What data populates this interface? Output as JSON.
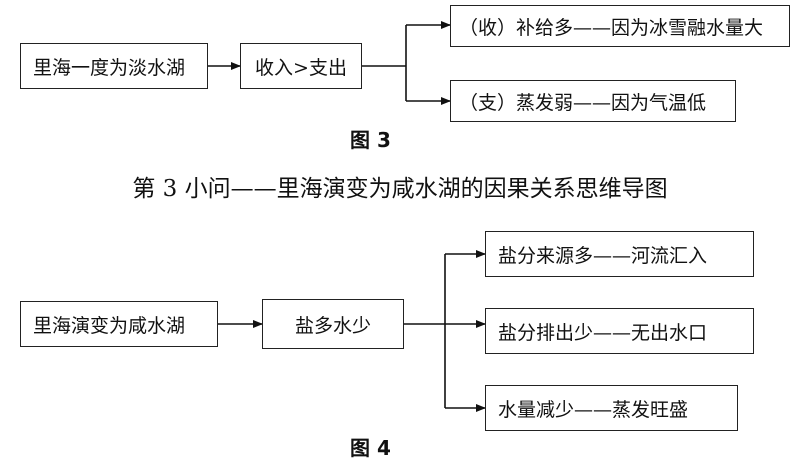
{
  "figure3": {
    "root": "里海一度为淡水湖",
    "middle": "收入>支出",
    "branches": [
      "（收）补给多——因为冰雪融水量大",
      "（支）蒸发弱——因为气温低"
    ],
    "caption": "图 3"
  },
  "section_title": "第 3 小问——里海演变为咸水湖的因果关系思维导图",
  "figure4": {
    "root": "里海演变为咸水湖",
    "middle": "盐多水少",
    "branches": [
      "盐分来源多——河流汇入",
      "盐分排出少——无出水口",
      "水量减少——蒸发旺盛"
    ],
    "caption": "图 4"
  }
}
